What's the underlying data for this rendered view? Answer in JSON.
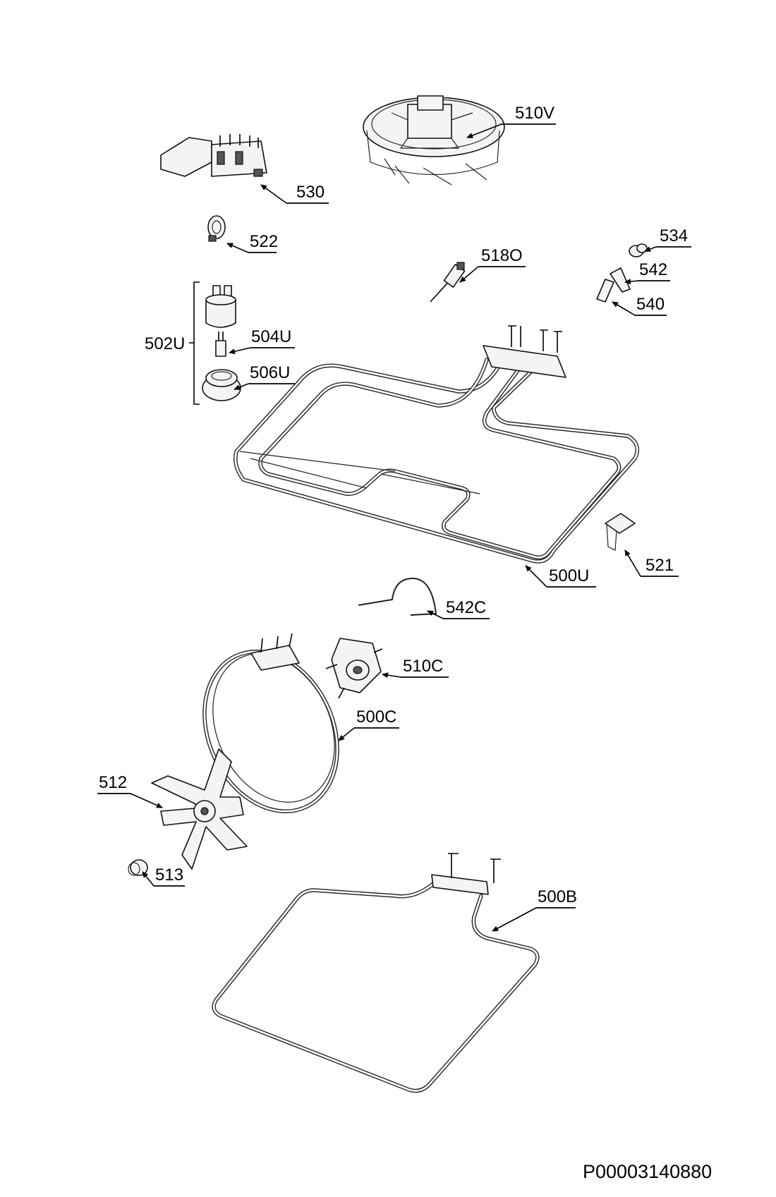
{
  "parts": {
    "p510V": "510V",
    "p530": "530",
    "p522": "522",
    "p518O": "518O",
    "p534": "534",
    "p542": "542",
    "p540": "540",
    "p502U": "502U",
    "p504U": "504U",
    "p506U": "506U",
    "p521": "521",
    "p500U": "500U",
    "p542C": "542C",
    "p510C": "510C",
    "p500C": "500C",
    "p512": "512",
    "p513": "513",
    "p500B": "500B"
  },
  "drawing_code": "P00003140880"
}
